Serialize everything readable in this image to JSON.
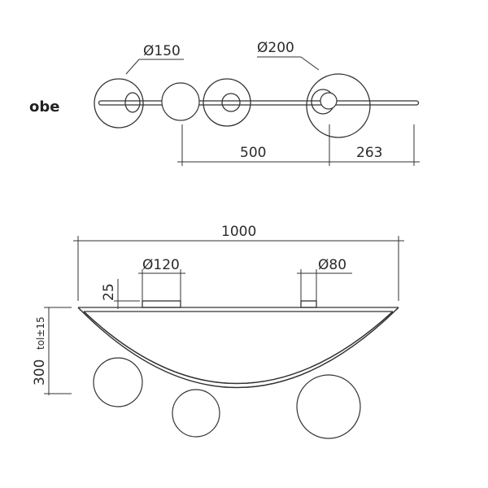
{
  "drawing": {
    "title_fragment": "obe",
    "top_view": {
      "large_globe_diameter": "Ø200",
      "small_globe_diameter": "Ø150",
      "dim_spacing": "500",
      "dim_end": "263"
    },
    "side_view": {
      "overall_width": "1000",
      "canopy_large_diameter": "Ø120",
      "canopy_small_diameter": "Ø80",
      "canopy_height": "25",
      "height": "300",
      "height_tolerance": "tol±15"
    }
  },
  "colors": {
    "line": "#333333",
    "text": "#2a2a2a",
    "background": "#ffffff"
  }
}
